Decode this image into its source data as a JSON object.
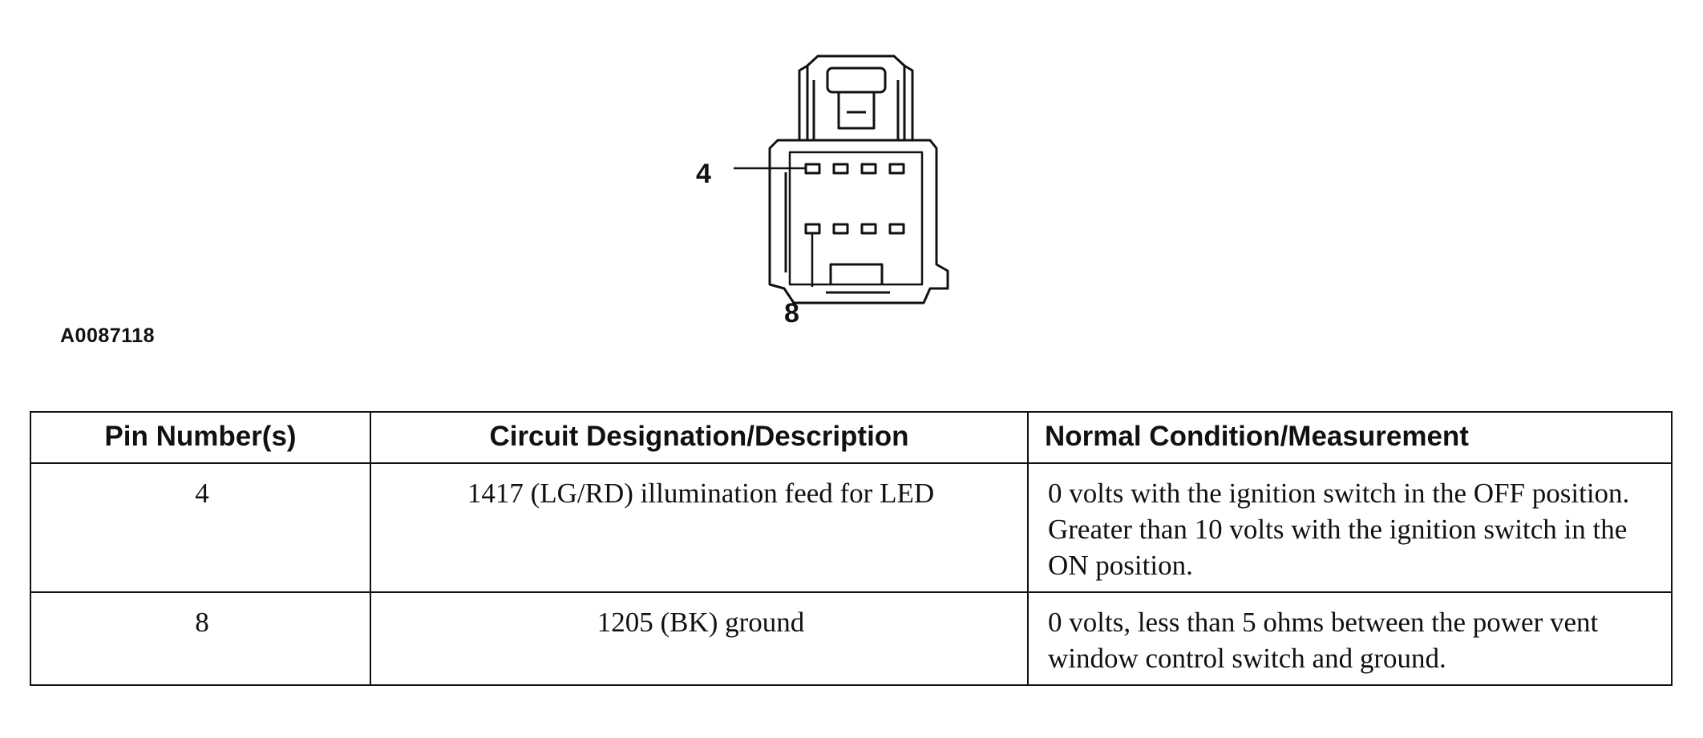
{
  "figure": {
    "callout_top": "4",
    "callout_bottom": "8",
    "figure_id": "A0087118"
  },
  "table": {
    "headers": [
      "Pin Number(s)",
      "Circuit Designation/Description",
      "Normal Condition/Measurement"
    ],
    "rows": [
      {
        "pin": "4",
        "circuit": "1417 (LG/RD) illumination feed for LED",
        "measurement": "0 volts with the ignition switch in the OFF position. Greater than 10 volts with the ignition switch in the ON position."
      },
      {
        "pin": "8",
        "circuit": "1205 (BK) ground",
        "measurement": "0 volts, less than 5 ohms between the power vent window control switch and ground."
      }
    ]
  }
}
